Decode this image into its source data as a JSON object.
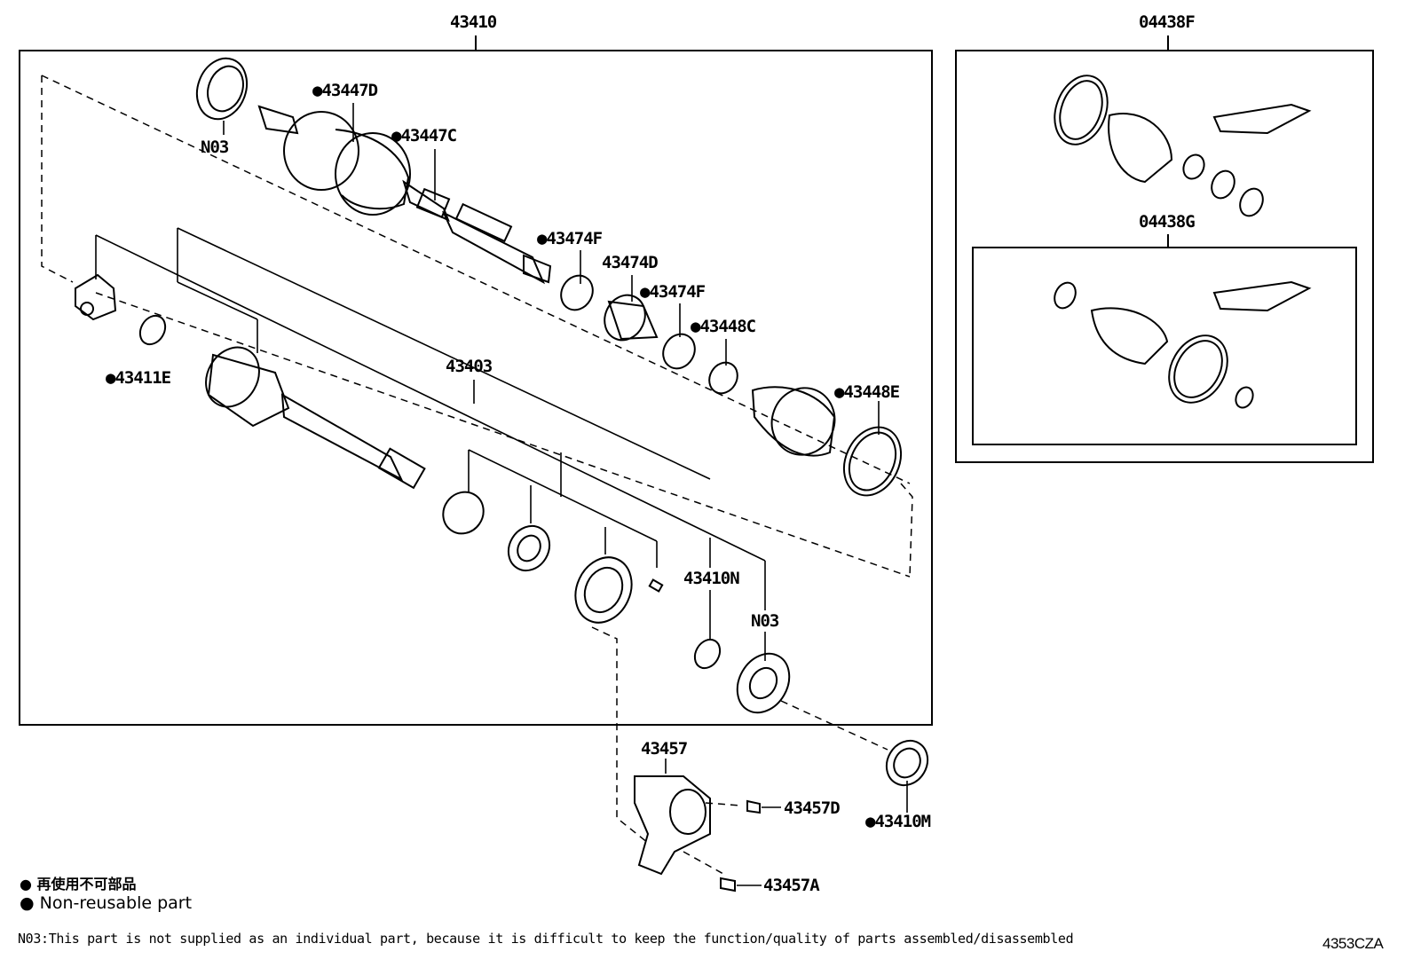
{
  "parts": {
    "p43410": "43410",
    "p04438F": "04438F",
    "p04438G": "04438G",
    "n03_top": "N03",
    "p43447D": "●43447D",
    "p43447C": "●43447C",
    "p43474F_1": "●43474F",
    "p43474D": "43474D",
    "p43474F_2": "●43474F",
    "p43448C": "●43448C",
    "p43448E": "●43448E",
    "p43411E": "●43411E",
    "p43403": "43403",
    "p43410N": "43410N",
    "n03_bottom": "N03",
    "p43457": "43457",
    "p43457D": "43457D",
    "p43410M": "●43410M",
    "p43457A": "43457A"
  },
  "legend": {
    "jp": "● 再使用不可部品",
    "en": "● Non-reusable part"
  },
  "note": "N03:This part is not supplied as an individual part, because it is difficult to keep the function/quality of parts assembled/disassembled",
  "diagram_code": "4353CZA"
}
